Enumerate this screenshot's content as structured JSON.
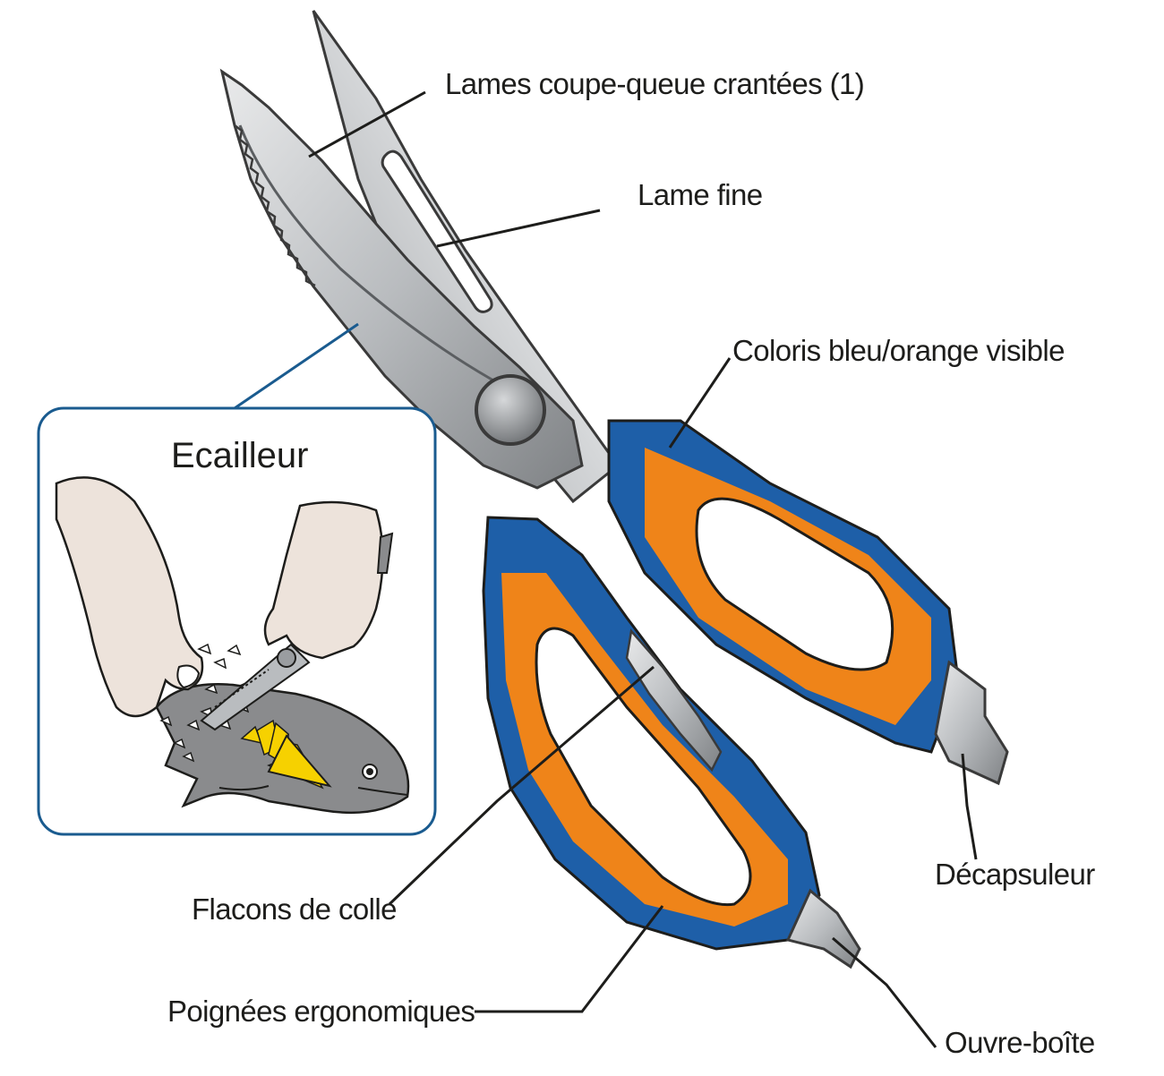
{
  "labels": {
    "serrated_blades": "Lames coupe-queue crantées (1)",
    "fine_blade": "Lame fine",
    "colors": "Coloris bleu/orange visible",
    "bottle_opener": "Décapsuleur",
    "glue_bottles": "Flacons de colle",
    "ergonomic_handles": "Poignées ergonomiques",
    "can_opener": "Ouvre-boîte"
  },
  "inset": {
    "title": "Ecailleur"
  },
  "colors": {
    "handle_blue": "#1e5fa8",
    "handle_orange": "#ef8419",
    "steel_light": "#d4d6d8",
    "steel_dark": "#8c8f92",
    "inset_border": "#1a5b8f",
    "fish_body": "#8a8b8d",
    "arrow_yellow": "#f6d100",
    "hand_skin": "#ede3db"
  },
  "icons": [
    "scissors-illustration",
    "hand-icon",
    "fish-icon",
    "direction-arrow-icon"
  ]
}
